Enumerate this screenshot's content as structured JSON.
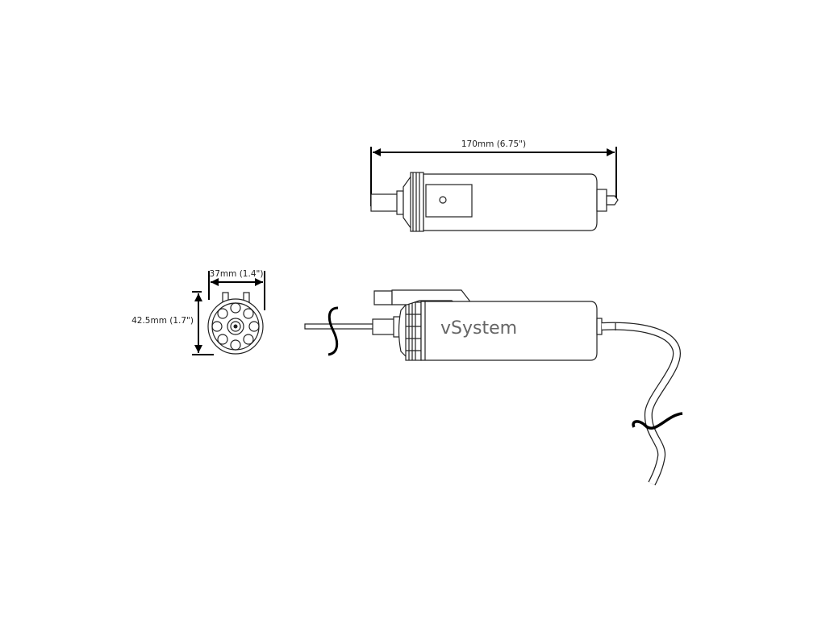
{
  "drawing": {
    "top_view": {
      "length_label": "170mm (6.75\")"
    },
    "end_view": {
      "width_label": "37mm (1.4\")",
      "height_label": "42.5mm (1.7\")"
    },
    "side_view": {
      "brand_text": "vSystem"
    }
  }
}
